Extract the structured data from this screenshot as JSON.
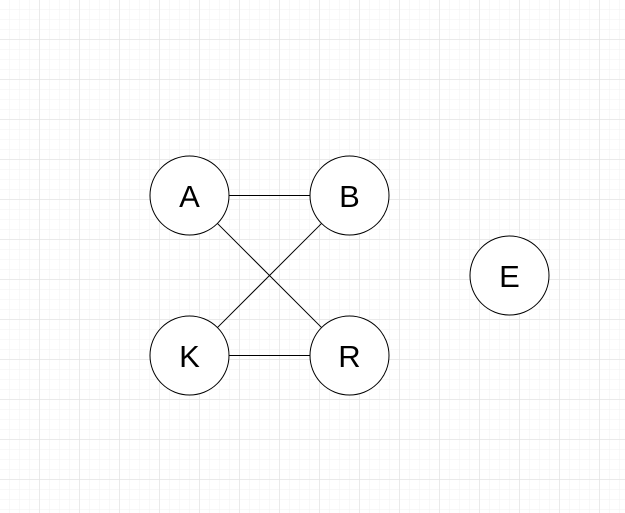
{
  "diagram": {
    "type": "graph",
    "colors": {
      "background": "#ffffff",
      "grid_minor": "#f2f2f2",
      "grid_major": "#e2e2e2",
      "node_fill": "#ffffff",
      "stroke": "#000000"
    },
    "nodes": [
      {
        "id": "A",
        "label": "A"
      },
      {
        "id": "B",
        "label": "B"
      },
      {
        "id": "K",
        "label": "K"
      },
      {
        "id": "R",
        "label": "R"
      },
      {
        "id": "E",
        "label": "E"
      }
    ],
    "edges": [
      {
        "from": "A",
        "to": "B"
      },
      {
        "from": "A",
        "to": "R"
      },
      {
        "from": "B",
        "to": "K"
      },
      {
        "from": "K",
        "to": "R"
      }
    ]
  }
}
